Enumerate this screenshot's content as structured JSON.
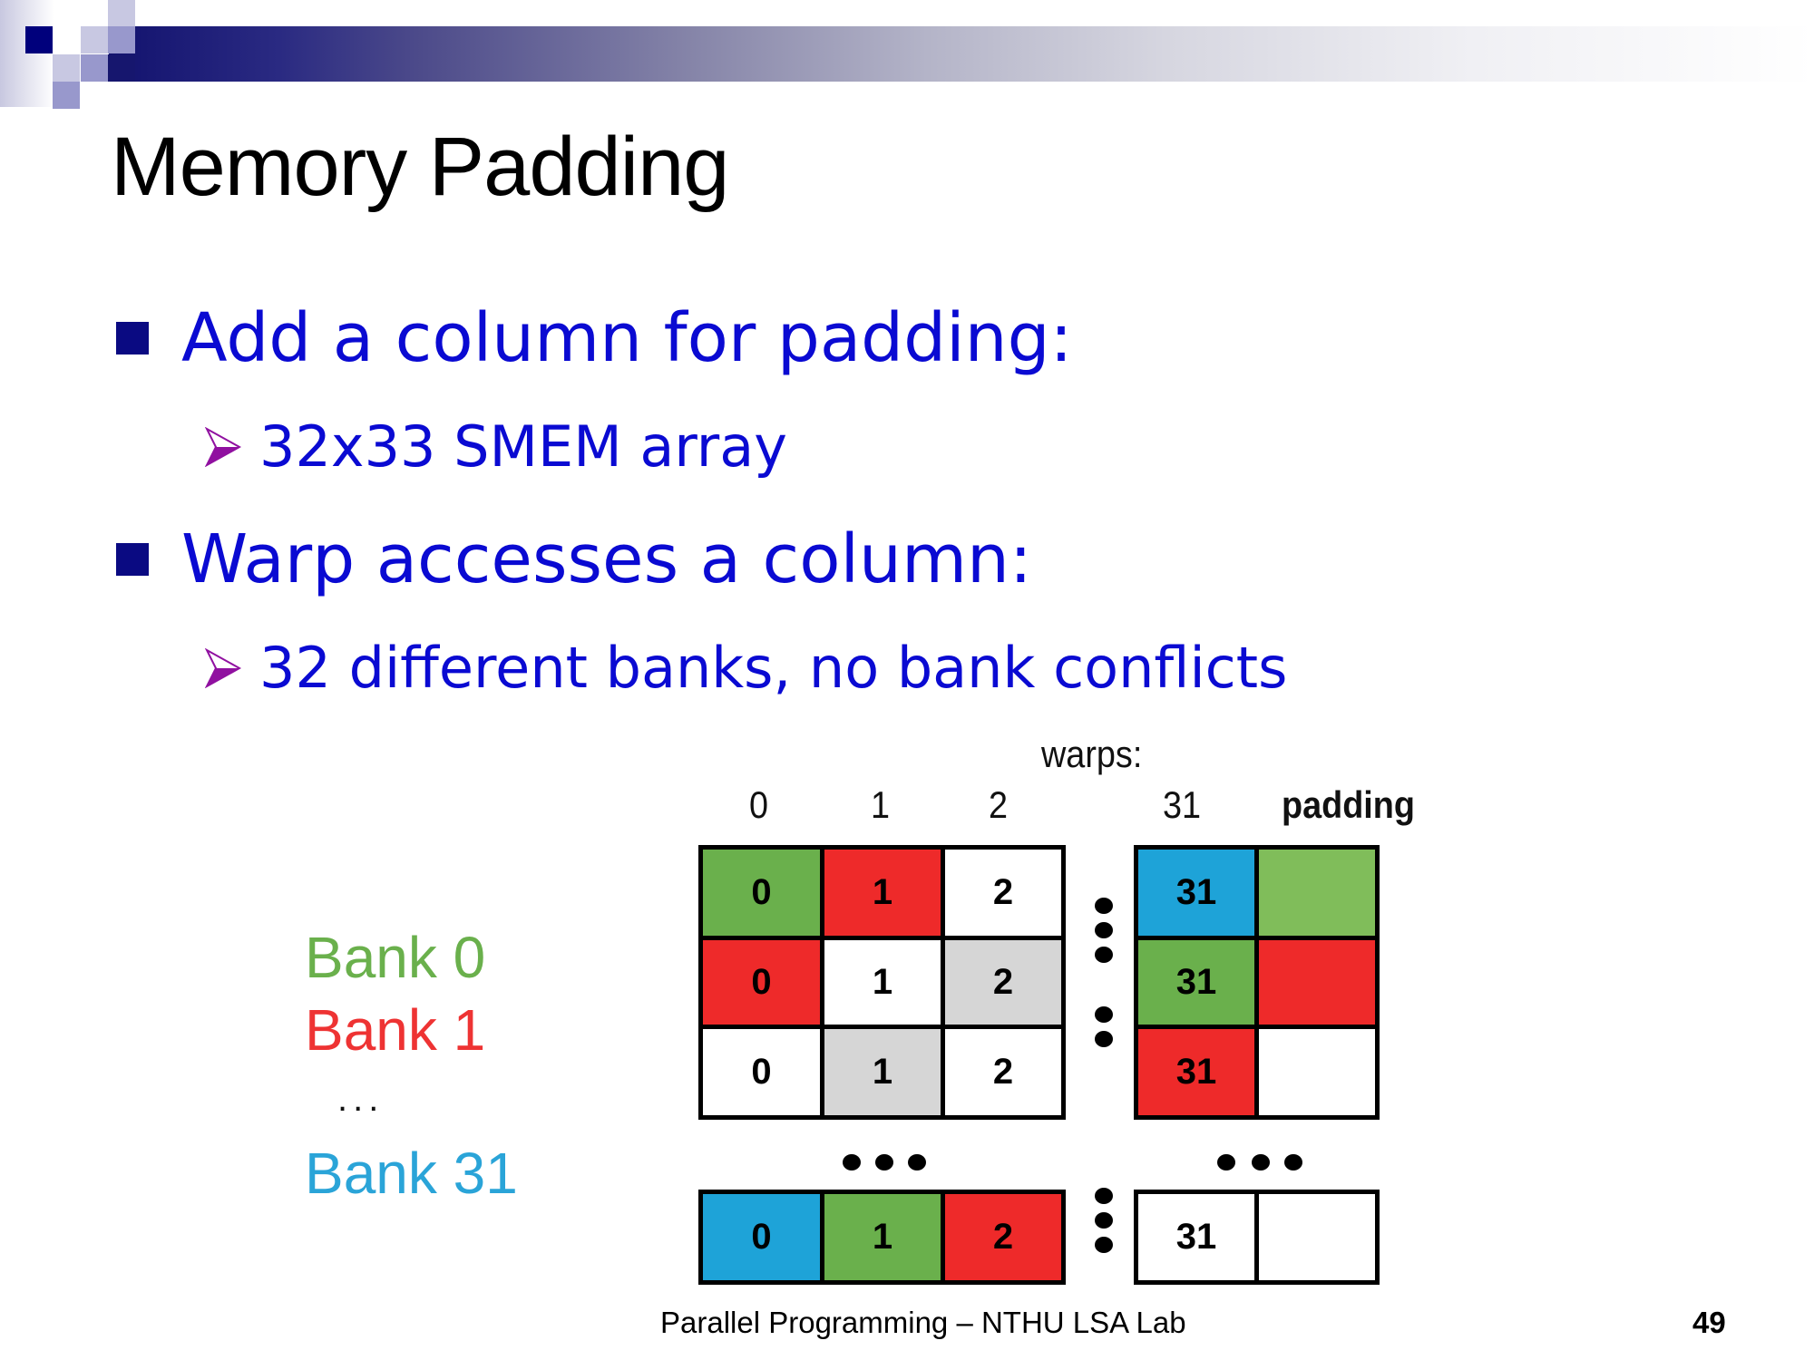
{
  "slide": {
    "title": "Memory Padding",
    "bullets": [
      {
        "text": "Add a column for padding:",
        "sub": [
          "32x33 SMEM array"
        ]
      },
      {
        "text": "Warp accesses a column:",
        "sub": [
          "32 different banks, no bank conflicts"
        ]
      }
    ],
    "footer": "Parallel Programming – NTHU LSA Lab",
    "page_number": "49",
    "colors": {
      "title": "#000000",
      "bullet_text": "#0a0ad2",
      "bullet_square": "#0a0a82",
      "sub_arrow": "#9010a0"
    }
  },
  "diagram": {
    "warps_label": "warps:",
    "column_headers": [
      "0",
      "1",
      "2",
      "31",
      "padding"
    ],
    "legend": [
      {
        "label": "Bank 0",
        "color": "#6ab04c"
      },
      {
        "label": "Bank 1",
        "color": "#ee3333"
      },
      {
        "label": "...",
        "color": "#111111"
      },
      {
        "label": "Bank 31",
        "color": "#2aa4d8"
      }
    ],
    "bank_colors": {
      "green": "#6ab04c",
      "red": "#ee2a2a",
      "blue": "#1ea3d8",
      "gray": "#d6d6d6",
      "white": "#ffffff",
      "padgreen": "#80bd5a"
    },
    "rows": [
      {
        "cells": [
          {
            "text": "0",
            "color": "green"
          },
          {
            "text": "1",
            "color": "red"
          },
          {
            "text": "2",
            "color": "white"
          },
          {
            "text": "31",
            "color": "blue"
          },
          {
            "text": "",
            "color": "padgreen"
          }
        ]
      },
      {
        "cells": [
          {
            "text": "0",
            "color": "red"
          },
          {
            "text": "1",
            "color": "white"
          },
          {
            "text": "2",
            "color": "gray"
          },
          {
            "text": "31",
            "color": "green"
          },
          {
            "text": "",
            "color": "red"
          }
        ]
      },
      {
        "cells": [
          {
            "text": "0",
            "color": "white"
          },
          {
            "text": "1",
            "color": "gray"
          },
          {
            "text": "2",
            "color": "white"
          },
          {
            "text": "31",
            "color": "red"
          },
          {
            "text": "",
            "color": "white"
          }
        ]
      },
      {
        "cells": [
          {
            "text": "0",
            "color": "blue"
          },
          {
            "text": "1",
            "color": "green"
          },
          {
            "text": "2",
            "color": "red"
          },
          {
            "text": "31",
            "color": "white"
          },
          {
            "text": "",
            "color": "white"
          }
        ]
      }
    ]
  }
}
